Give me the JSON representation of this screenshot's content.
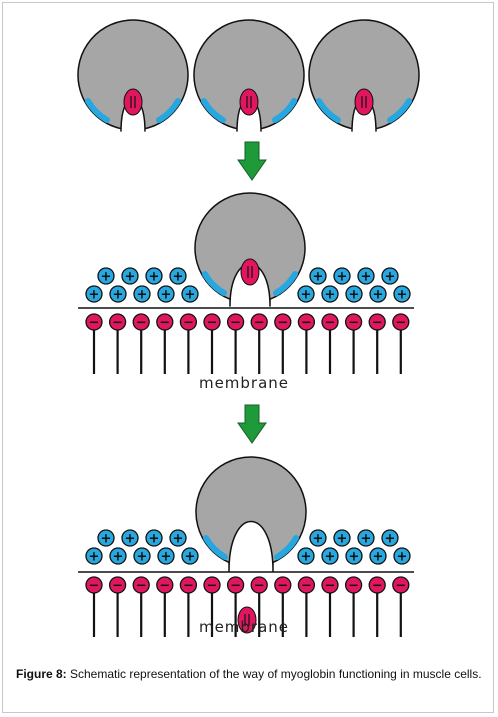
{
  "figure": {
    "labels": {
      "membrane_1": "membrane",
      "membrane_2": "membrane"
    },
    "colors": {
      "cell_fill": "#a6a6a6",
      "cell_rim": "#27a7df",
      "positive_ion": "#29a8e0",
      "negative_ion": "#e0175f",
      "arrow": "#1f9a3b",
      "myoglobin": "#e0175f",
      "outline": "#111111"
    },
    "symbols": {
      "positive": "+",
      "negative": "−"
    }
  },
  "caption": {
    "label": "Figure 8:",
    "text": " Schematic representation of the way of myoglobin functioning in muscle cells."
  }
}
